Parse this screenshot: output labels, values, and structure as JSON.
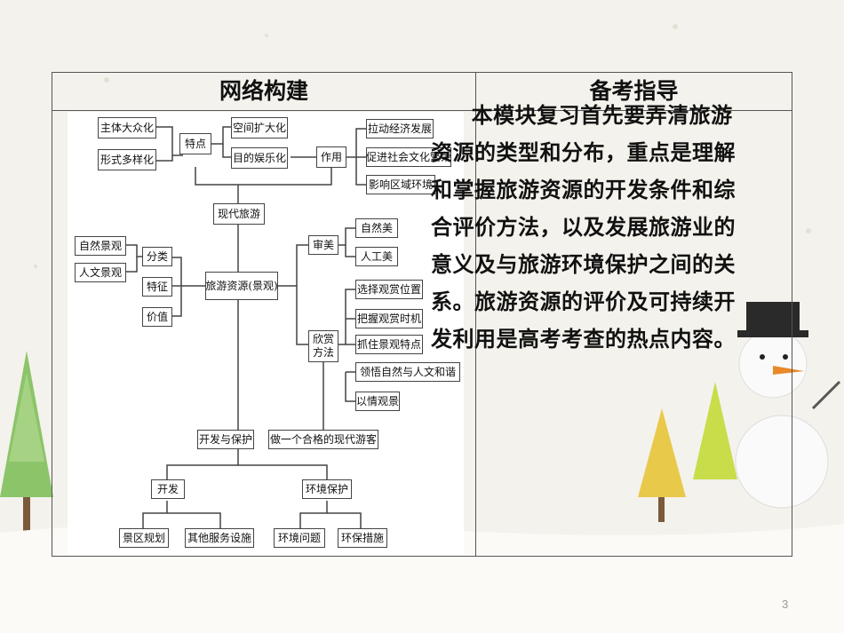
{
  "table": {
    "left_header": "网络构建",
    "right_header": "备考指导"
  },
  "diagram": {
    "nodes": {
      "mass": "主体大众化",
      "diverse": "形式多样化",
      "features": "特点",
      "space": "空间扩大化",
      "purpose": "目的娱乐化",
      "role": "作用",
      "econ": "拉动经济发展",
      "culture": "促进社会文化繁荣",
      "region": "影响区域环境",
      "modern": "现代旅游",
      "natural_scene": "自然景观",
      "human_scene": "人文景观",
      "classify": "分类",
      "trait": "特征",
      "value": "价值",
      "resource": "旅游资源(景观)",
      "aesthetic": "审美",
      "natural_beauty": "自然美",
      "artificial_beauty": "人工美",
      "appreciate": "欣赏方法",
      "pos": "选择观赏位置",
      "timing": "把握观赏时机",
      "catch": "抓住景观特点",
      "harmony": "领悟自然与人文和谐",
      "emotion": "以情观景",
      "develop_protect": "开发与保护",
      "good_tourist": "做一个合格的现代游客",
      "develop": "开发",
      "env_protect": "环境保护",
      "planning": "景区规划",
      "facilities": "其他服务设施",
      "env_problem": "环境问题",
      "env_measure": "环保措施"
    }
  },
  "guide": {
    "text": "本模块复习首先要弄清旅游资源的类型和分布，重点是理解和掌握旅游资源的开发条件和综合评价方法，以及发展旅游业的意义及与旅游环境保护之间的关系。旅游资源的评价及可持续开发利用是高考考查的热点内容。"
  },
  "page_number": "3"
}
